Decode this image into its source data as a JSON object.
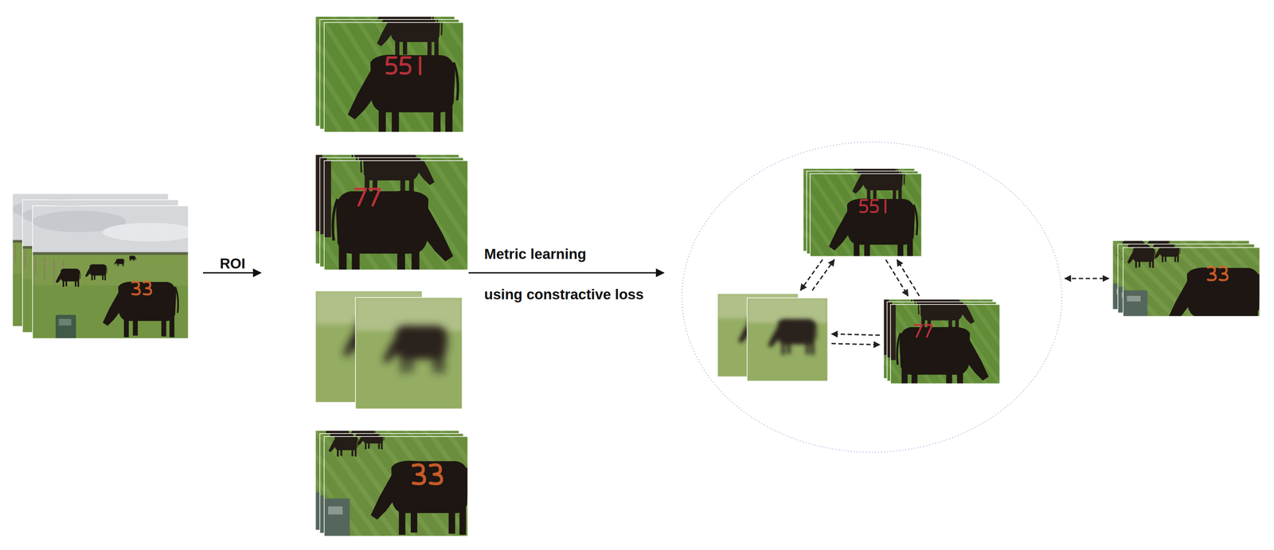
{
  "diagram": {
    "nodes": [
      {
        "text": []
      },
      {
        "text": [],
        "in": 0
      },
      {
        "text": [],
        "in": 0
      },
      {
        "text": [],
        "in": 0
      },
      {
        "text": []
      }
    ],
    "edges": [
      {
        "from": 1,
        "to": 2,
        "arrow": "to"
      },
      {
        "from": 2,
        "to": 1,
        "arrow": "to"
      },
      {
        "from": 1,
        "to": 3,
        "arrow": "to"
      },
      {
        "from": 3,
        "to": 1,
        "arrow": "to"
      },
      {
        "from": 2,
        "to": 3,
        "arrow": "to"
      },
      {
        "from": 3,
        "to": 2,
        "arrow": "to"
      },
      {
        "from": 0,
        "to": 4,
        "arrow": "both"
      }
    ],
    "labels": [
      "ROI",
      "Metric learning",
      "using constractive loss"
    ]
  }
}
